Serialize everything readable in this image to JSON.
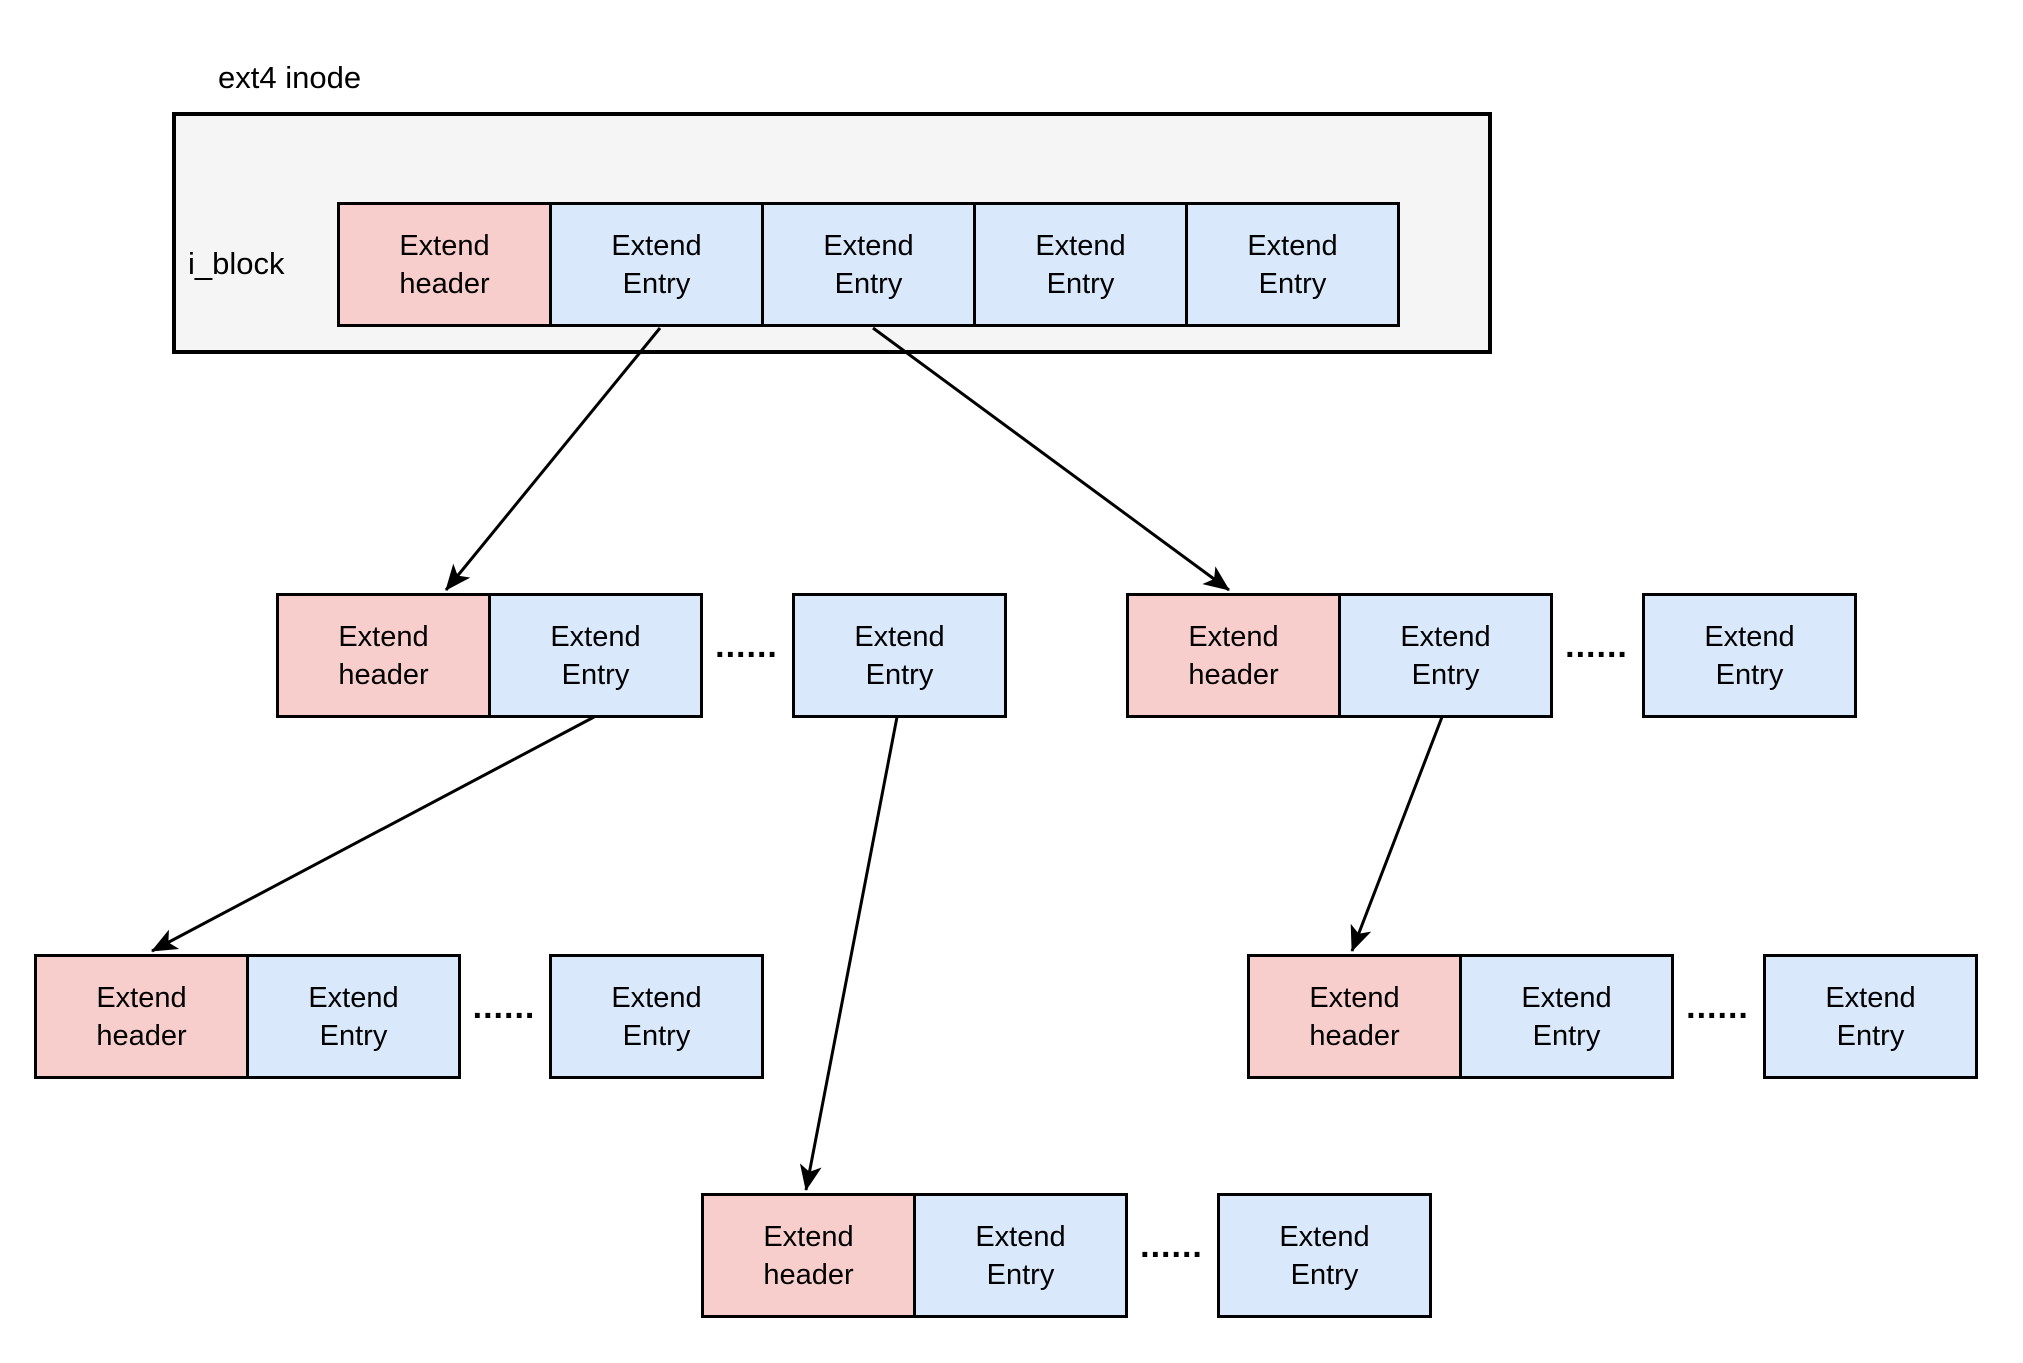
{
  "title": "ext4 inode",
  "i_block": "i_block",
  "labels": {
    "header": [
      "Extend",
      "header"
    ],
    "entry": [
      "Extend",
      "Entry"
    ],
    "ellipsis": "......"
  },
  "colors": {
    "header_fill": "#f8cecc",
    "entry_fill": "#dae8fc",
    "inode_box_fill": "#f5f5f5",
    "line_color": "#000000",
    "background": "#ffffff"
  },
  "tree": {
    "root": {
      "name": "ext4 inode i_block row",
      "cells": [
        "Extend header",
        "Extend Entry",
        "Extend Entry",
        "Extend Entry",
        "Extend Entry"
      ]
    },
    "level2": [
      {
        "name": "index node left",
        "cells": [
          "Extend header",
          "Extend Entry",
          "......",
          "Extend Entry"
        ]
      },
      {
        "name": "index node right",
        "cells": [
          "Extend header",
          "Extend Entry",
          "......",
          "Extend Entry"
        ]
      }
    ],
    "level3": [
      {
        "name": "leaf node left",
        "cells": [
          "Extend header",
          "Extend Entry",
          "......",
          "Extend Entry"
        ]
      },
      {
        "name": "leaf node right",
        "cells": [
          "Extend header",
          "Extend Entry",
          "......",
          "Extend Entry"
        ]
      }
    ],
    "level4": [
      {
        "name": "leaf node center",
        "cells": [
          "Extend header",
          "Extend Entry",
          "......",
          "Extend Entry"
        ]
      }
    ],
    "edges": [
      {
        "from": "i_block Extend Entry (1st)",
        "to": "index node left"
      },
      {
        "from": "i_block Extend Entry (2nd)",
        "to": "index node right"
      },
      {
        "from": "index node left / Extend Entry",
        "to": "leaf node left"
      },
      {
        "from": "index node left / trailing Extend Entry",
        "to": "leaf node center"
      },
      {
        "from": "index node right / Extend Entry",
        "to": "leaf node right"
      }
    ]
  }
}
